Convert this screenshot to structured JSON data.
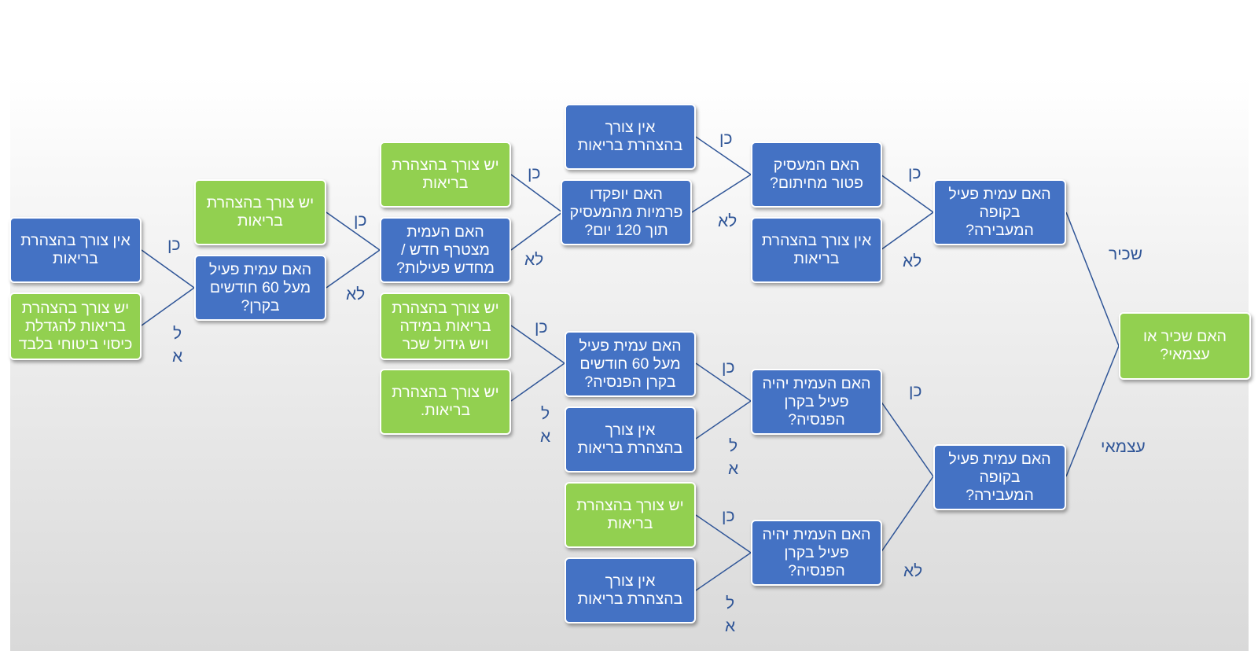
{
  "colors": {
    "blue_box": "#4472c4",
    "green_box": "#92d050",
    "connector": "#2f5597",
    "label_text": "#2f5597"
  },
  "boxes": {
    "b1": "אין צורך\nבהצהרת בריאות",
    "b2": "יש צורך בהצהרת\nבריאות",
    "b3": "האם יופקדו\nפרמיות מהמעסיק\nתוך 120 יום?",
    "b4": "האם המעסיק\nפטור מחיתום?",
    "b5": "יש צורך בהצהרת\nבריאות",
    "b6": "האם העמית\nמצטרף חדש /\nמחדש פעילות?",
    "b7": "אין צורך בהצהרת\nבריאות",
    "b8": "האם עמית פעיל\nבקופה\nהמעבירה?",
    "b9": "אין צורך בהצהרת\nבריאות",
    "b10": "האם עמית פעיל\nמעל 60 חודשים\nבקרן?",
    "b11": "יש צורך בהצהרת\nבריאות להגדלת\nכיסוי ביטוחי בלבד",
    "b12": "יש צורך בהצהרת\nבריאות במידה\nויש גידול שכר",
    "b13": "האם שכיר או\nעצמאי?",
    "b14": "האם עמית פעיל\nמעל 60 חודשים\nבקרן הפנסיה?",
    "b15": "האם העמית יהיה\nפעיל בקרן\nהפנסיה?",
    "b16": "יש צורך בהצהרת\nבריאות.",
    "b17": "אין צורך\nבהצהרת בריאות",
    "b18": "האם עמית פעיל\nבקופה\nהמעבירה?",
    "b19": "יש צורך בהצהרת\nבריאות",
    "b20": "האם העמית יהיה\nפעיל בקרן\nהפנסיה?",
    "b21": "אין צורך\nבהצהרת בריאות"
  },
  "labels": {
    "l1": "כן",
    "l2": "כן",
    "l3": "לא",
    "l4": "כן",
    "l5": "כן",
    "l6": "כן",
    "l7": "לא",
    "l8": "לא",
    "l9": "לא",
    "l10": "שכיר",
    "l11": "ל\nא",
    "l12": "כן",
    "l13": "כן",
    "l14": "כן",
    "l15": "ל\nא",
    "l16": "עצמאי",
    "l17": "ל\nא",
    "l18": "כן",
    "l19": "לא",
    "l20": "ל\nא"
  }
}
